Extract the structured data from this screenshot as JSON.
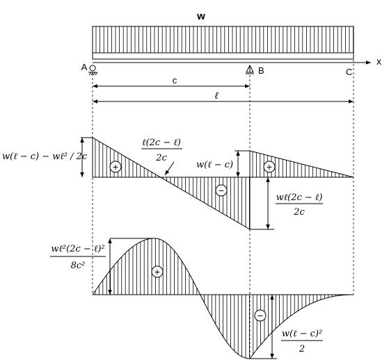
{
  "load": {
    "label": "w"
  },
  "axis": {
    "x_label": "x"
  },
  "supports": {
    "a_label": "A",
    "b_label": "B",
    "c_label": "C"
  },
  "dimensions": {
    "c_label": "c",
    "l_label": "ℓ"
  },
  "shear": {
    "left_value": "w(ℓ − c) − wℓ² / 2c",
    "zero_point_num": "ℓ(2c − ℓ)",
    "zero_point_den": "2c",
    "right_value": "w(ℓ − c)",
    "negative_value_num": "wℓ(2c − ℓ)",
    "negative_value_den": "2c",
    "sign_pos": "+",
    "sign_neg": "−"
  },
  "moment": {
    "max_value_num": "wℓ²(2c − ℓ)²",
    "max_value_den": "8c²",
    "support_value_num": "w(ℓ − c)²",
    "support_value_den": "2",
    "sign_pos": "+",
    "sign_neg": "−"
  }
}
